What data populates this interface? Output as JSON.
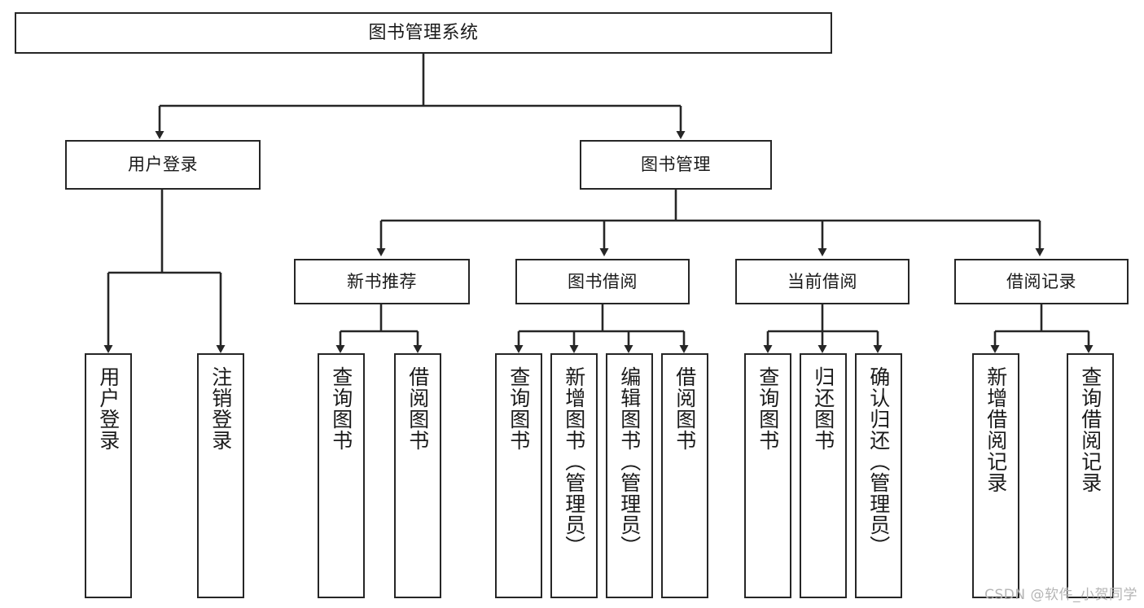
{
  "diagram": {
    "title": "图书管理系统",
    "watermark": "CSDN @软件_小贺同学",
    "colors": {
      "stroke": "#262626",
      "fill": "#ffffff",
      "text": "#1a1a1a",
      "watermark": "#b5b5b5"
    },
    "root": {
      "label": "图书管理系统"
    },
    "level2": [
      {
        "label": "用户登录"
      },
      {
        "label": "图书管理"
      }
    ],
    "level3": [
      {
        "label": "新书推荐"
      },
      {
        "label": "图书借阅"
      },
      {
        "label": "当前借阅"
      },
      {
        "label": "借阅记录"
      }
    ],
    "leaves": {
      "user_login": [
        {
          "label": "用户登录"
        },
        {
          "label": "注销登录"
        }
      ],
      "new_book_recommend": [
        {
          "label": "查询图书"
        },
        {
          "label": "借阅图书"
        }
      ],
      "book_borrow": [
        {
          "label": "查询图书"
        },
        {
          "label": "新增图书（管理员）"
        },
        {
          "label": "编辑图书（管理员）"
        },
        {
          "label": "借阅图书"
        }
      ],
      "current_borrow": [
        {
          "label": "查询图书"
        },
        {
          "label": "归还图书"
        },
        {
          "label": "确认归还（管理员）"
        }
      ],
      "borrow_record": [
        {
          "label": "新增借阅记录"
        },
        {
          "label": "查询借阅记录"
        }
      ]
    }
  }
}
